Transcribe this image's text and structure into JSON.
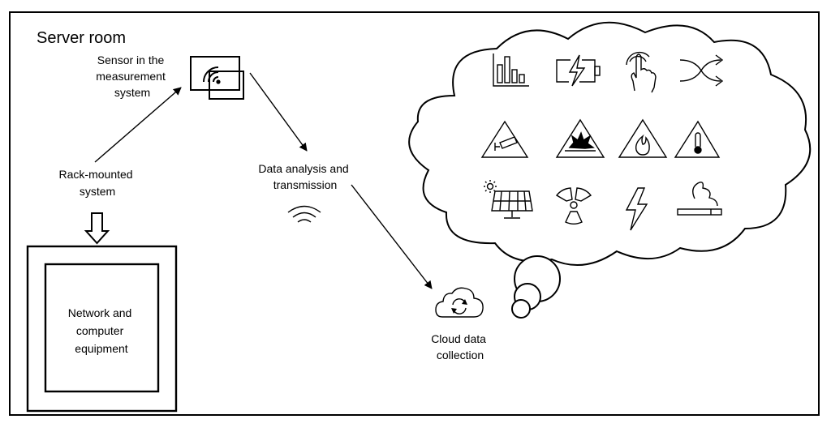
{
  "diagram": {
    "title": "Server room",
    "sensor_label": [
      "Sensor in the",
      "measurement",
      "system"
    ],
    "rack_label": [
      "Rack-mounted",
      "system"
    ],
    "equipment_label": [
      "Network and",
      "computer",
      "equipment"
    ],
    "analysis_label": [
      "Data analysis and",
      "transmission"
    ],
    "cloud_label": [
      "Cloud data",
      "collection"
    ]
  },
  "icons": {
    "sensor": "wireless-sensor-icon",
    "wifi": "wifi-signal-icon",
    "cloud_sync": "cloud-sync-icon",
    "arrow": "hollow-down-arrow-icon",
    "grid": [
      "bar-chart-icon",
      "battery-charging-icon",
      "touch-hand-icon",
      "shuffle-icon",
      "camera-warning-icon",
      "explosion-warning-icon",
      "fire-warning-icon",
      "temperature-warning-icon",
      "solar-panel-icon",
      "radiation-icon",
      "lightning-icon",
      "smoking-icon"
    ]
  }
}
